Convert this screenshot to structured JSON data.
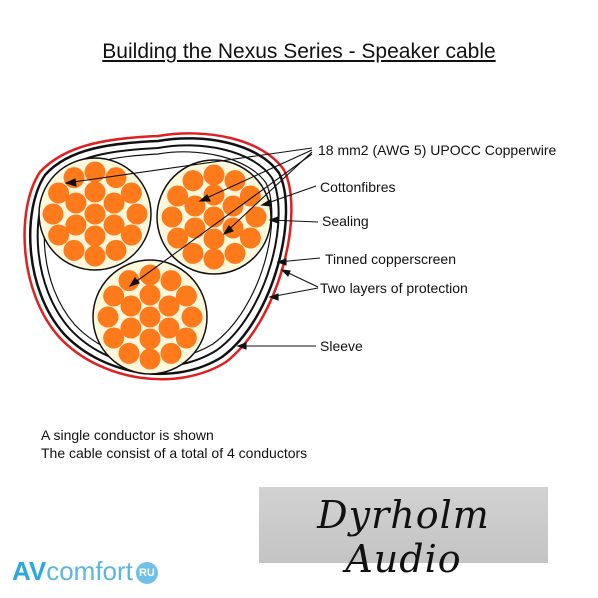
{
  "title": "Building the Nexus Series - Speaker cable",
  "labels": {
    "copperwire": "18 mm2 (AWG 5) UPOCC Copperwire",
    "cottonfibres": "Cottonfibres",
    "sealing": "Sealing",
    "screen": "Tinned copperscreen",
    "protection": "Two layers of protection",
    "sleeve": "Sleeve"
  },
  "notes": {
    "line1": "A single conductor is shown",
    "line2": "The cable consist of a total of 4 conductors"
  },
  "brand": "Dyrholm Audio",
  "watermark": {
    "av": "AV",
    "comfort": "comfort",
    "ru": "RU"
  },
  "colors": {
    "strand": "#ff7a1a",
    "fibre_fill": "#fdf7dc",
    "sleeve": "#e02020",
    "line": "#111111",
    "brand_bg": "#cccccc"
  }
}
